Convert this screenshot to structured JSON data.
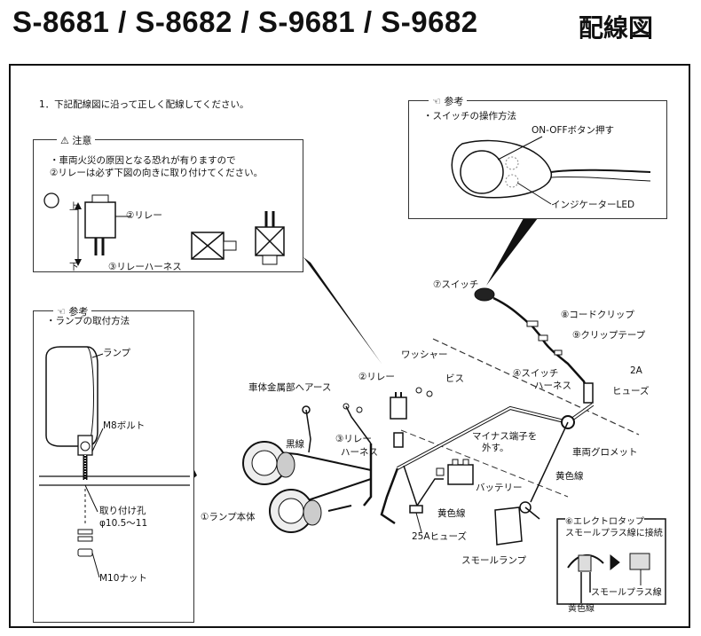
{
  "header": {
    "models": "S-8681 / S-8682 / S-9681 / S-9682",
    "title": "配線図"
  },
  "instruction": "1．下記配線図に沿って正しく配線してください。",
  "caution": {
    "heading": "注意",
    "line1": "・車両火災の原因となる恐れが有りますので",
    "line2": "②リレーは必ず下図の向きに取り付けてください。",
    "up": "上",
    "down": "下",
    "relay_label": "②リレー",
    "harness_label": "③リレーハーネス"
  },
  "switch_ref": {
    "heading": "参考",
    "subtitle": "・スイッチの操作方法",
    "on_off": "ON-OFFボタン押す",
    "indicator": "インジケーターLED"
  },
  "lamp_ref": {
    "heading": "参考",
    "subtitle": "・ランプの取付方法",
    "lamp": "ランプ",
    "bolt": "M8ボルト",
    "hole_line1": "取り付け孔",
    "hole_line2": "φ10.5～11",
    "nut": "M10ナット"
  },
  "labels": {
    "switch": "⑦スイッチ",
    "cord_clip": "⑧コードクリップ",
    "clip_tape": "⑨クリップテープ",
    "switch_harness_1": "④スイッチ",
    "switch_harness_2": "ハーネス",
    "fuse2a_1": "2A",
    "fuse2a_2": "ヒューズ",
    "washer": "ワッシャー",
    "screw": "ビス",
    "relay": "②リレー",
    "body_ground": "車体金属部へアース",
    "black_wire": "黒線",
    "relay_harness_1": "③リレー",
    "relay_harness_2": "ハーネス",
    "grommet": "車両グロメット",
    "minus_1": "マイナス端子を",
    "minus_2": "外す。",
    "yellow_wire_1": "黄色線",
    "battery": "バッテリー",
    "lamp_body": "①ランプ本体",
    "yellow_wire_2": "黄色線",
    "fuse25a": "25Aヒューズ",
    "small_lamp": "スモールランプ",
    "electro_tap_1": "⑥エレクトロタップ",
    "electro_tap_2": "スモールプラス線に接続",
    "small_plus": "スモールプラス線",
    "yellow_wire_3": "黄色線"
  }
}
